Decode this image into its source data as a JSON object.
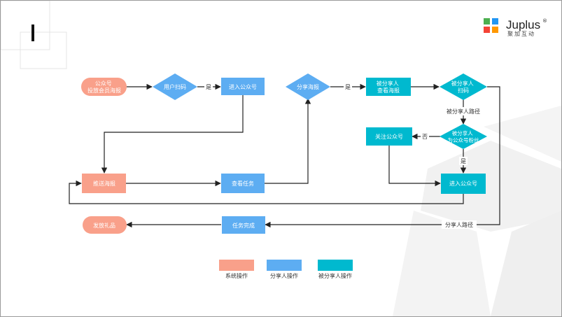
{
  "brand": {
    "name": "Juplus",
    "registered": "®",
    "subtitle": "聚加互动",
    "colors": [
      "#4CAF50",
      "#FF9800",
      "#2196F3",
      "#F44336"
    ]
  },
  "palette": {
    "system": "#F9A08A",
    "sharer": "#5DADF2",
    "shared": "#00B9CF",
    "line": "#222222"
  },
  "nodes": {
    "start": "公众号\n投放会员海报",
    "scan": "用户扫码",
    "enter1": "进入公众号",
    "share": "分享海报",
    "viewPoster": "被分享人\n查看海报",
    "sharedScan": "被分享人\n扫码",
    "isFan": "被分享人\n为公众号粉丝",
    "follow": "关注公众号",
    "enter2": "进入公众号",
    "pushPoster": "推送海报",
    "viewTask": "查看任务",
    "taskDone": "任务完成",
    "gift": "发放礼品"
  },
  "edges": {
    "yes1": "是",
    "yes2": "是",
    "path1": "被分享人路径",
    "no": "否",
    "yes3": "是",
    "path2": "分享人路径"
  },
  "legend": {
    "system": "系统操作",
    "sharer": "分享人操作",
    "shared": "被分享人操作"
  }
}
